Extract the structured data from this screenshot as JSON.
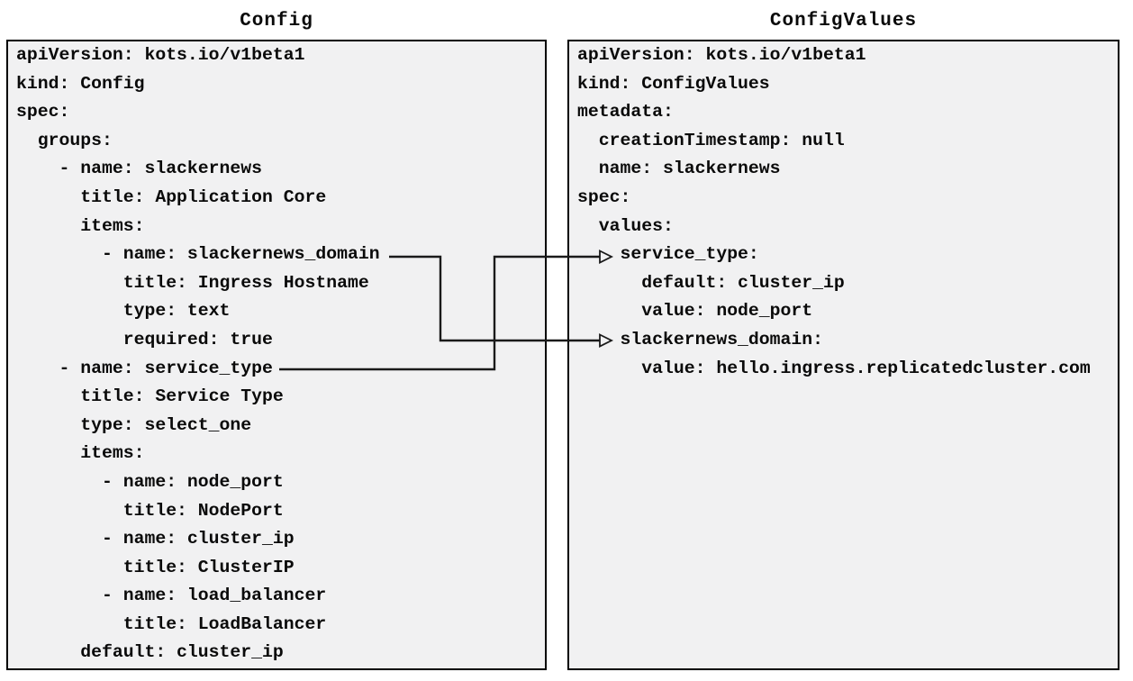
{
  "colors": {
    "box_background": "#f1f1f2",
    "box_border": "#000000",
    "text": "#0a0a0a",
    "connector": "#1a1a1a",
    "page_background": "#ffffff"
  },
  "left_panel": {
    "title": "Config",
    "lines": [
      "apiVersion: kots.io/v1beta1",
      "kind: Config",
      "spec:",
      "  groups:",
      "    - name: slackernews",
      "      title: Application Core",
      "      items:",
      "        - name: slackernews_domain",
      "          title: Ingress Hostname",
      "          type: text",
      "          required: true",
      "    - name: service_type",
      "      title: Service Type",
      "      type: select_one",
      "      items:",
      "        - name: node_port",
      "          title: NodePort",
      "        - name: cluster_ip",
      "          title: ClusterIP",
      "        - name: load_balancer",
      "          title: LoadBalancer",
      "      default: cluster_ip"
    ]
  },
  "right_panel": {
    "title": "ConfigValues",
    "lines": [
      "apiVersion: kots.io/v1beta1",
      "kind: ConfigValues",
      "metadata:",
      "  creationTimestamp: null",
      "  name: slackernews",
      "spec:",
      "  values:",
      "    service_type:",
      "      default: cluster_ip",
      "      value: node_port",
      "    slackernews_domain:",
      "      value: hello.ingress.replicatedcluster.com"
    ]
  },
  "connections": [
    {
      "from_line": "- name: slackernews_domain",
      "to_line": "slackernews_domain:"
    },
    {
      "from_line": "- name: service_type",
      "to_line": "service_type:"
    }
  ]
}
